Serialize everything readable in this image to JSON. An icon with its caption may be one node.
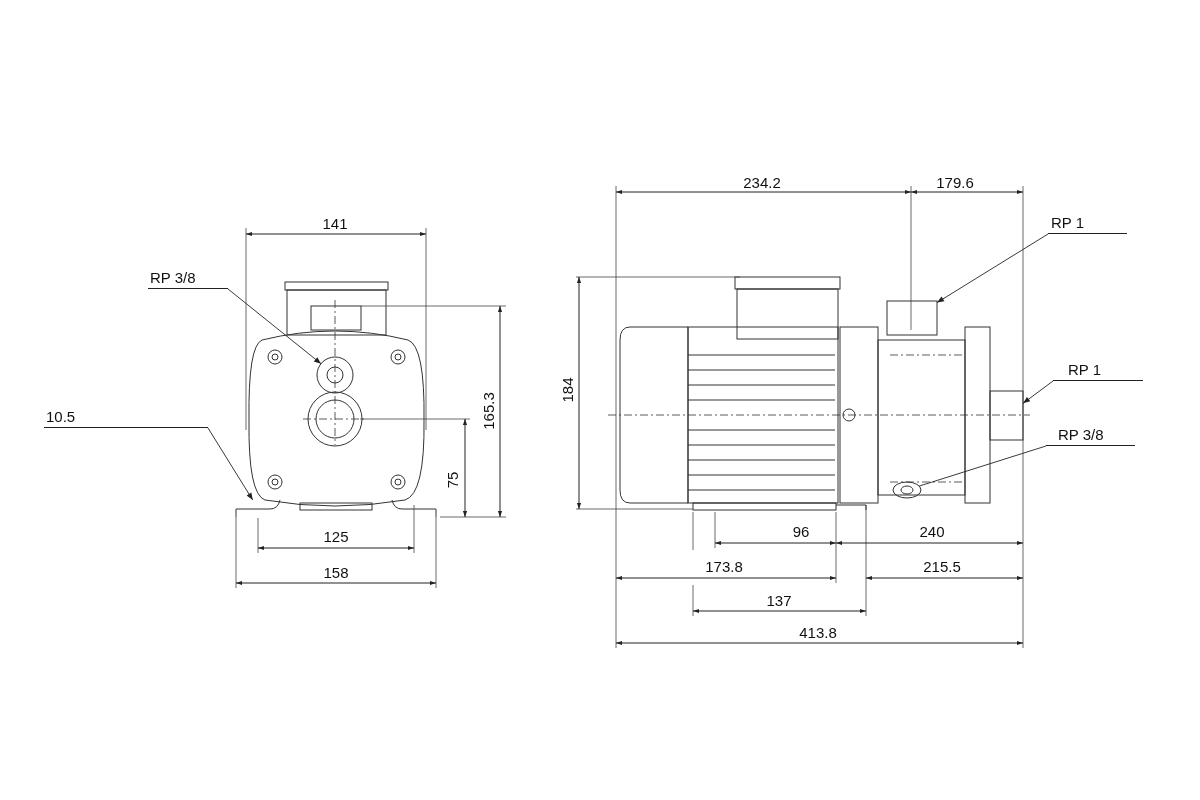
{
  "diagram": {
    "nodes": [
      {
        "text": [
          "RP 3/8"
        ]
      },
      {
        "text": [
          "10.5"
        ]
      },
      {
        "text": [
          "RP 1"
        ]
      },
      {
        "text": [
          "RP 1"
        ]
      },
      {
        "text": [
          "RP 3/8"
        ]
      },
      {
        "text": [],
        "shape": "circle"
      },
      {
        "text": [],
        "shape": "box"
      },
      {
        "text": [],
        "shape": "box"
      },
      {
        "text": [],
        "shape": "box"
      },
      {
        "text": [],
        "shape": "circle"
      }
    ],
    "edges": [
      {
        "from": 0,
        "to": 5,
        "arrow": "to"
      },
      {
        "from": 1,
        "to": 6,
        "arrow": "to"
      },
      {
        "from": 2,
        "to": 7,
        "arrow": "to"
      },
      {
        "from": 3,
        "to": 8,
        "arrow": "to"
      },
      {
        "from": 4,
        "to": 9,
        "arrow": "none"
      }
    ],
    "labels": [
      "141",
      "165.3",
      "75",
      "125",
      "158",
      "234.2",
      "179.6",
      "184",
      "96",
      "240",
      "173.8",
      "215.5",
      "137",
      "413.8"
    ]
  }
}
